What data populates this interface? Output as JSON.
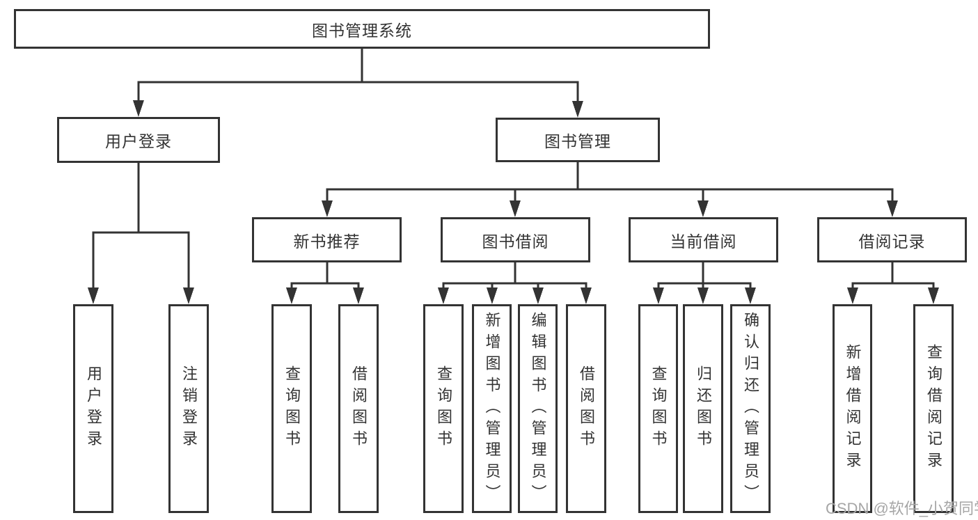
{
  "tree": {
    "root": {
      "label": "图书管理系统"
    },
    "level2": [
      {
        "label": "用户登录"
      },
      {
        "label": "图书管理"
      }
    ],
    "level3": [
      {
        "label": "新书推荐"
      },
      {
        "label": "图书借阅"
      },
      {
        "label": "当前借阅"
      },
      {
        "label": "借阅记录"
      }
    ],
    "groups": [
      {
        "parent": "用户登录",
        "leaves": [
          "用户登录",
          "注销登录"
        ]
      },
      {
        "parent": "新书推荐",
        "leaves": [
          "查询图书",
          "借阅图书"
        ]
      },
      {
        "parent": "图书借阅",
        "leaves": [
          "查询图书",
          "新增图书（管理员）",
          "编辑图书（管理员）",
          "借阅图书"
        ]
      },
      {
        "parent": "当前借阅",
        "leaves": [
          "查询图书",
          "归还图书",
          "确认归还（管理员）"
        ]
      },
      {
        "parent": "借阅记录",
        "leaves": [
          "新增借阅记录",
          "查询借阅记录"
        ]
      }
    ]
  },
  "watermark": {
    "text": "CSDN @软件_小贺同学"
  },
  "colors": {
    "line": "#333333",
    "text": "#333333",
    "watermark": "#a6a6a6",
    "background": "#ffffff"
  }
}
